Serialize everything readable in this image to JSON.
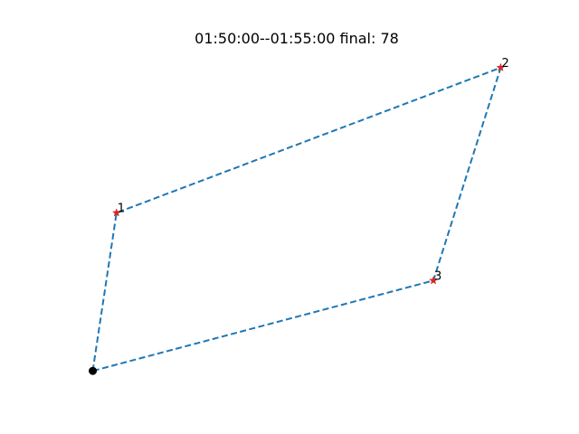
{
  "chart_data": {
    "type": "line",
    "title": "01:50:00--01:55:00 final: 78",
    "xlabel": "",
    "ylabel": "",
    "axes_visible": false,
    "grid": false,
    "xlim": [
      0,
      10
    ],
    "ylim": [
      0,
      10
    ],
    "route": {
      "color": "#1f77b4",
      "line_style": "dashed",
      "x": [
        0.0,
        0.6,
        10.3,
        8.6,
        0.0
      ],
      "y": [
        0.0,
        4.9,
        9.4,
        2.8,
        0.0
      ]
    },
    "start_point": {
      "x": 0.0,
      "y": 0.0,
      "color": "#000000",
      "marker": "circle"
    },
    "waypoints": [
      {
        "label": "1",
        "x": 0.6,
        "y": 4.9
      },
      {
        "label": "2",
        "x": 10.3,
        "y": 9.4
      },
      {
        "label": "3",
        "x": 8.6,
        "y": 2.8
      }
    ],
    "waypoint_color": "#d62728",
    "waypoint_marker": "star"
  }
}
